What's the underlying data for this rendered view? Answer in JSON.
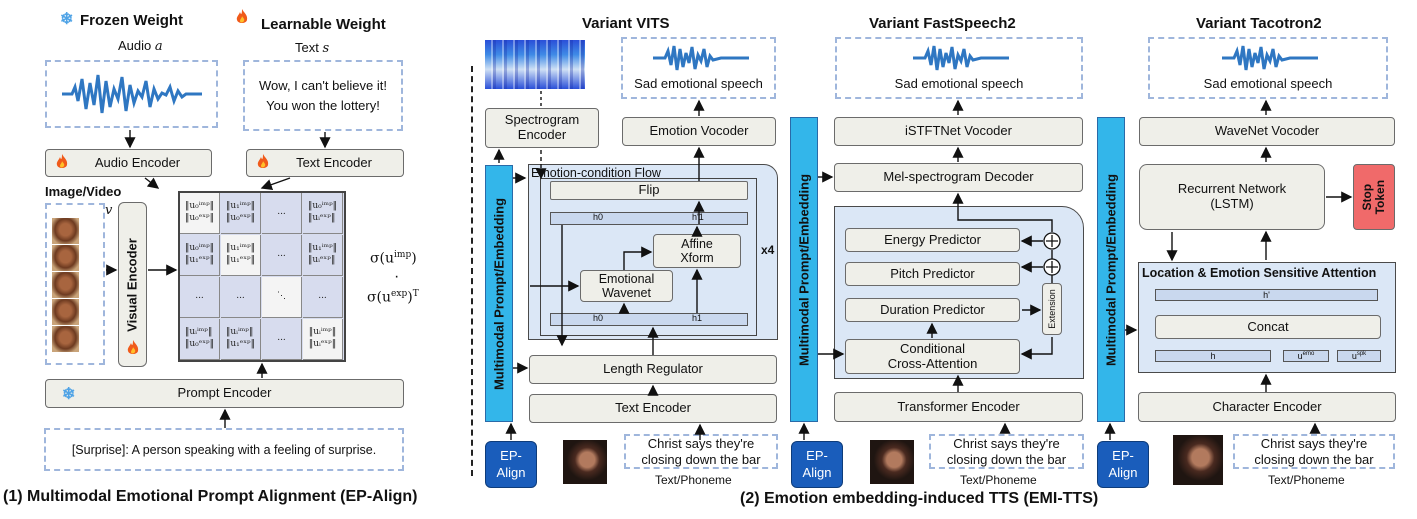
{
  "left": {
    "frozen_label": "Frozen Weight",
    "learnable_label": "Learnable Weight",
    "audio_label": "Audio",
    "audio_symbol": "a",
    "text_label": "Text",
    "text_symbol": "s",
    "text_example_line1": "Wow, I can't believe it!",
    "text_example_line2": "You won the lottery!",
    "audio_encoder": "Audio Encoder",
    "text_encoder": "Text Encoder",
    "image_video_label": "Image/Video",
    "video_symbol": "v",
    "visual_encoder": "Visual Encoder",
    "prompt_encoder": "Prompt Encoder",
    "prompt_text": "[Surprise]: A person speaking with a feeling of surprise.",
    "sigma_top": "σ(u",
    "sigma_top_sup": "imp",
    "sigma_dot": "·",
    "sigma_bottom": "σ(u",
    "sigma_bottom_sup": "exp",
    "sigma_T": ")",
    "sigma_T_sup": "T",
    "matrix": {
      "r1": [
        "‖u₀ⁱᵐᵖ‖ / ‖u₀ᵉˣᵖ‖",
        "‖u₁ⁱᵐᵖ‖ / ‖u₀ᵉˣᵖ‖",
        "...",
        "‖u₀ⁱᵐᵖ‖ / ‖uᵢᵉˣᵖ‖"
      ],
      "r2": [
        "‖u₀ⁱᵐᵖ‖ / ‖u₁ᵉˣᵖ‖",
        "‖u₁ⁱᵐᵖ‖ / ‖u₁ᵉˣᵖ‖",
        "...",
        "‖u₁ⁱᵐᵖ‖ / ‖uᵢᵉˣᵖ‖"
      ],
      "r3": [
        "...",
        "...",
        "⋱",
        "..."
      ],
      "r4": [
        "‖uᵢⁱᵐᵖ‖ / ‖u₀ᵉˣᵖ‖",
        "‖uᵢⁱᵐᵖ‖ / ‖u₁ᵉˣᵖ‖",
        "...",
        "‖uᵢⁱᵐᵖ‖ / ‖uᵢᵉˣᵖ‖"
      ]
    },
    "caption": "(1) Multimodal Emotional Prompt Alignment (EP-Align)"
  },
  "vits": {
    "title": "Variant VITS",
    "output": "Sad emotional speech",
    "spectrogram_encoder_l1": "Spectrogram",
    "spectrogram_encoder_l2": "Encoder",
    "emotion_vocoder": "Emotion Vocoder",
    "flow_label": "Emotion-condition Flow",
    "flip": "Flip",
    "h0_top": "h0",
    "h1p_top": "h'1",
    "affine_l1": "Affine",
    "affine_l2": "Xform",
    "wavenet_l1": "Emotional",
    "wavenet_l2": "Wavenet",
    "h0_bot": "h0",
    "h1_bot": "h1",
    "x4": "x4",
    "length_regulator": "Length Regulator",
    "text_encoder": "Text Encoder",
    "mmp": "Multimodal Prompt/Embedding",
    "ep_l1": "EP-",
    "ep_l2": "Align",
    "input_l1": "Christ says  they're",
    "input_l2": "closing down the bar",
    "input_label": "Text/Phoneme"
  },
  "fs2": {
    "title": "Variant FastSpeech2",
    "output": "Sad emotional speech",
    "vocoder": "iSTFTNet Vocoder",
    "mel_decoder": "Mel-spectrogram Decoder",
    "energy": "Energy Predictor",
    "pitch": "Pitch Predictor",
    "duration": "Duration Predictor",
    "extension": "Extension",
    "cca_l1": "Conditional",
    "cca_l2": "Cross-Attention",
    "transformer": "Transformer Encoder",
    "mmp": "Multimodal Prompt/Embedding",
    "ep_l1": "EP-",
    "ep_l2": "Align",
    "input_l1": "Christ says  they're",
    "input_l2": "closing down the bar",
    "input_label": "Text/Phoneme"
  },
  "taco": {
    "title": "Variant Tacotron2",
    "output": "Sad emotional speech",
    "vocoder": "WaveNet Vocoder",
    "rnn_l1": "Recurrent Network",
    "rnn_l2": "(LSTM)",
    "stop_l1": "Stop",
    "stop_l2": "Token",
    "attention": "Location & Emotion Sensitive Attention",
    "hprime": "h'",
    "concat": "Concat",
    "h": "h",
    "uemo": "u",
    "uemo_sup": "emo",
    "uspk": "u",
    "uspk_sup": "spk",
    "char_encoder": "Character Encoder",
    "mmp": "Multimodal Prompt/Embedding",
    "ep_l1": "EP-",
    "ep_l2": "Align",
    "input_l1": "Christ says  they're",
    "input_l2": "closing down the bar",
    "input_label": "Text/Phoneme"
  },
  "right_caption": "(2) Emotion embedding-induced TTS (EMI-TTS)",
  "colors": {
    "box_fill": "#efefe9",
    "region_fill": "#dbe7f6",
    "prompt_bar": "#33b6ea",
    "ep_align": "#1a5dbb",
    "stop_token": "#f06a6a",
    "dashed_border": "#9fb6dc",
    "waveform": "#2f77c2"
  }
}
